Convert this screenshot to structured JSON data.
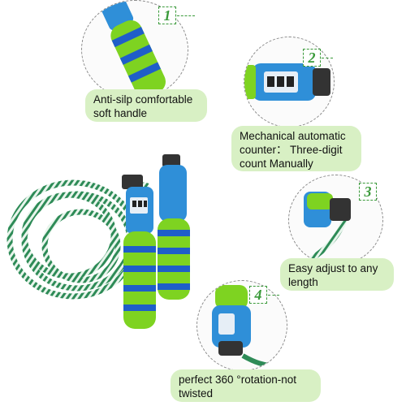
{
  "callouts": [
    {
      "number": "1",
      "text_line1": "Anti-silp comfortable",
      "text_line2": "soft handle"
    },
    {
      "number": "2",
      "text_line1": "Mechanical automatic",
      "text_line2": "counter：  Three-digit",
      "text_line3": "count Manually"
    },
    {
      "number": "3",
      "text_line1": "Easy adjust to any",
      "text_line2": "length"
    },
    {
      "number": "4",
      "text_line1": "perfect 360 °rotation-not",
      "text_line2": "twisted"
    }
  ],
  "colors": {
    "callout_bg": "#d8f0c4",
    "accent_green": "#3a9a3a",
    "foam_green": "#7ed321",
    "handle_blue": "#2f8fd8",
    "rope_green": "#2e8b57"
  },
  "icons": [
    "handle-detail-icon",
    "counter-detail-icon",
    "adjuster-detail-icon",
    "swivel-detail-icon",
    "jump-rope-product-image"
  ]
}
